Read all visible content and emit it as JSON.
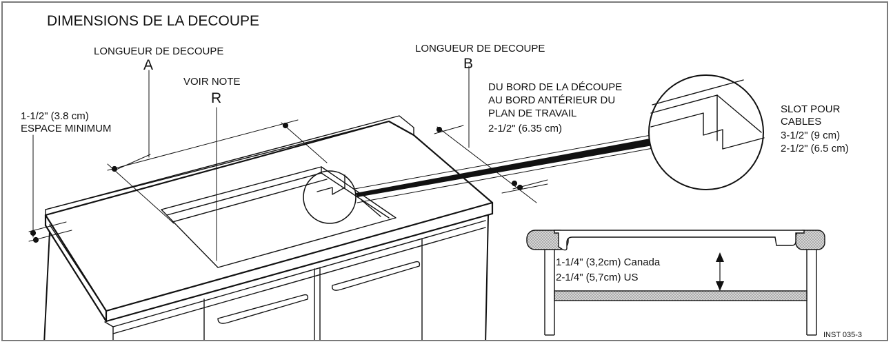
{
  "title": "DIMENSIONS DE LA DECOUPE",
  "labels": {
    "cut_length_a": "LONGUEUR DE DECOUPE",
    "a": "A",
    "cut_length_b": "LONGUEUR DE DECOUPE",
    "b": "B",
    "see_note": "VOIR NOTE",
    "r": "R",
    "min_space_1": "1-1/2\" (3.8 cm)",
    "min_space_2": "ESPACE MINIMUM",
    "front_edge_1": "DU BORD DE LA DÉCOUPE",
    "front_edge_2": "AU BORD ANTÉRIEUR DU",
    "front_edge_3": "PLAN DE TRAVAIL",
    "front_edge_4": "2-1/2\" (6.35 cm)",
    "slot_1": "SLOT POUR",
    "slot_2": "CABLES",
    "slot_3": "3-1/2\" (9 cm)",
    "slot_4": "2-1/2\" (6.5 cm)",
    "canada": "1-1/4\" (3,2cm) Canada",
    "us": "2-1/4\" (5,7cm) US",
    "code": "INST 035-3"
  },
  "colors": {
    "line": "#111111",
    "border": "#7a7a7a",
    "hatch": "#bdbdbd"
  }
}
